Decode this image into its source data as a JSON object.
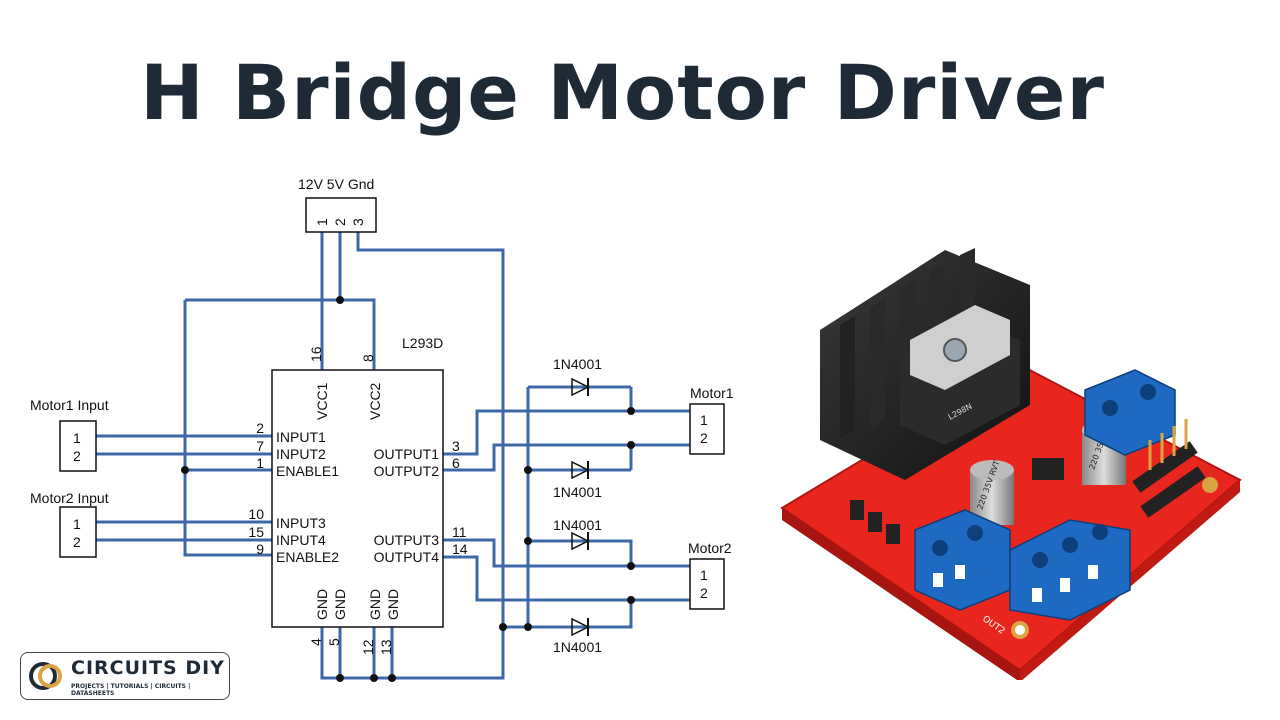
{
  "title": "H Bridge Motor Driver",
  "colors": {
    "wire": "#3d68a8",
    "title": "#1e2a36",
    "board_red": "#e8261d",
    "terminal_blue": "#1e6ac2"
  },
  "schematic": {
    "power_connector": {
      "label": "12V 5V Gnd",
      "pins": [
        "1",
        "2",
        "3"
      ]
    },
    "ic": {
      "name": "L293D",
      "top_pins": [
        {
          "num": "16",
          "name": "VCC1"
        },
        {
          "num": "8",
          "name": "VCC2"
        }
      ],
      "left_pins": [
        {
          "num": "2",
          "name": "INPUT1"
        },
        {
          "num": "7",
          "name": "INPUT2"
        },
        {
          "num": "1",
          "name": "ENABLE1"
        },
        {
          "num": "10",
          "name": "INPUT3"
        },
        {
          "num": "15",
          "name": "INPUT4"
        },
        {
          "num": "9",
          "name": "ENABLE2"
        }
      ],
      "right_pins": [
        {
          "num": "3",
          "name": "OUTPUT1"
        },
        {
          "num": "6",
          "name": "OUTPUT2"
        },
        {
          "num": "11",
          "name": "OUTPUT3"
        },
        {
          "num": "14",
          "name": "OUTPUT4"
        }
      ],
      "bottom_pins": [
        {
          "num": "4",
          "name": "GND"
        },
        {
          "num": "5",
          "name": "GND"
        },
        {
          "num": "12",
          "name": "GND"
        },
        {
          "num": "13",
          "name": "GND"
        }
      ]
    },
    "motor1_input": {
      "label": "Motor1 Input",
      "pins": [
        "1",
        "2"
      ]
    },
    "motor2_input": {
      "label": "Motor2 Input",
      "pins": [
        "1",
        "2"
      ]
    },
    "motor1": {
      "label": "Motor1",
      "pins": [
        "1",
        "2"
      ]
    },
    "motor2": {
      "label": "Motor2",
      "pins": [
        "1",
        "2"
      ]
    },
    "diodes": [
      "1N4001",
      "1N4001",
      "1N4001",
      "1N4001"
    ]
  },
  "board": {
    "regulator_text": "L298N",
    "capacitor_labels": [
      "220 35V RVT",
      "220 35V RVT"
    ],
    "out_label": "OUT2"
  },
  "logo": {
    "main": "CIRCUITS DIY",
    "sub": "PROJECTS | TUTORIALS | CIRCUITS | DATASHEETS"
  }
}
